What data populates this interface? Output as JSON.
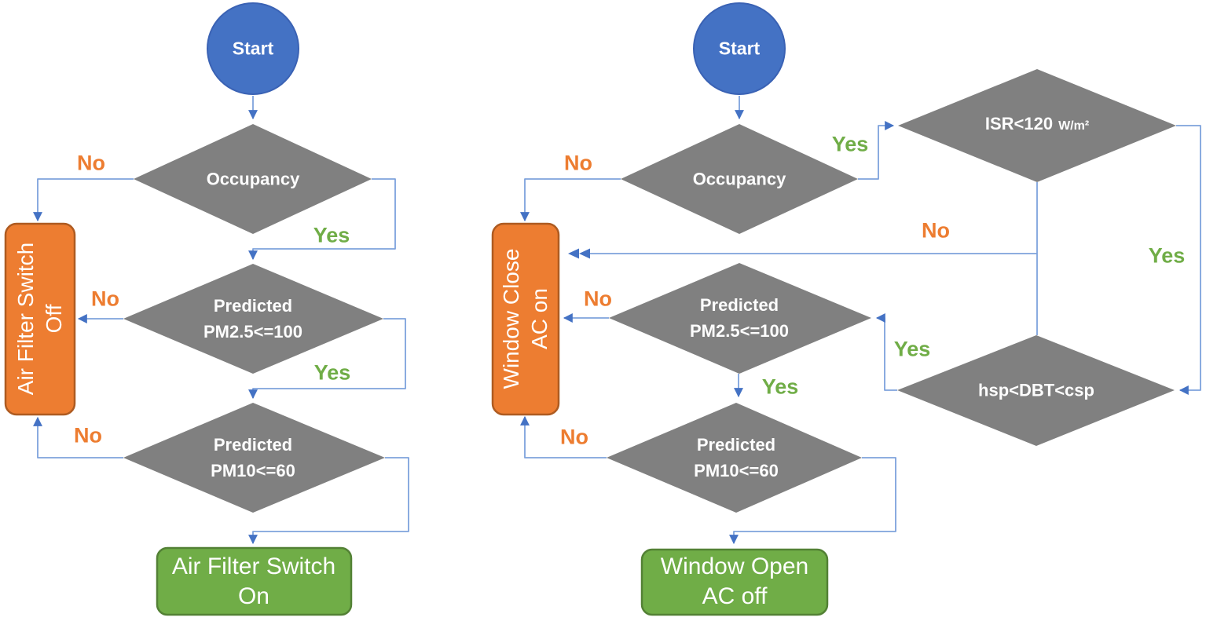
{
  "colors": {
    "node_gray": "#808080",
    "start_blue": "#4472C4",
    "action_orange": "#ED7D31",
    "result_green": "#70AD47",
    "connector_blue": "#7EA2DC",
    "arrow_blue": "#4472C4",
    "no_label_orange": "#ED7D31",
    "yes_label_green": "#70AD47"
  },
  "left_flow": {
    "start": "Start",
    "occupancy": "Occupancy",
    "pm25": "Predicted\nPM2.5<=100",
    "pm10": "Predicted\nPM10<=60",
    "action_off": "Air Filter Switch\nOff",
    "result_on": "Air Filter Switch\nOn",
    "occupancy_no": "No",
    "occupancy_yes": "Yes",
    "pm25_no": "No",
    "pm25_yes": "Yes",
    "pm10_no": "No"
  },
  "right_flow": {
    "start": "Start",
    "occupancy": "Occupancy",
    "isr": "ISR<120",
    "isr_unit": "W/m²",
    "hsp": "hsp<DBT<csp",
    "pm25": "Predicted\nPM2.5<=100",
    "pm10": "Predicted\nPM10<=60",
    "action_close": "Window Close\nAC on",
    "result_open": "Window Open\nAC off",
    "occupancy_no": "No",
    "occupancy_yes": "Yes",
    "isr_no": "No",
    "isr_yes": "Yes",
    "hsp_yes": "Yes",
    "pm25_no": "No",
    "pm25_yes": "Yes",
    "pm10_no": "No"
  }
}
